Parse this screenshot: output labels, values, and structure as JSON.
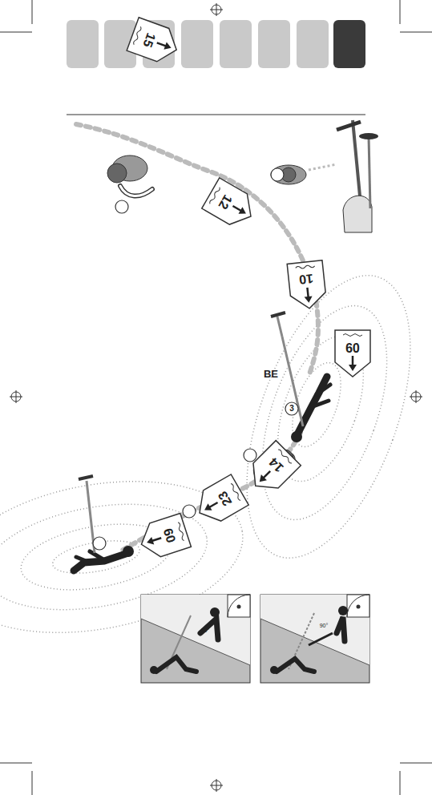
{
  "diagram": {
    "labels": [
      "15",
      "12",
      "10",
      "09",
      "3",
      "BE",
      "14",
      "23",
      "09",
      "90°",
      "90°"
    ]
  }
}
